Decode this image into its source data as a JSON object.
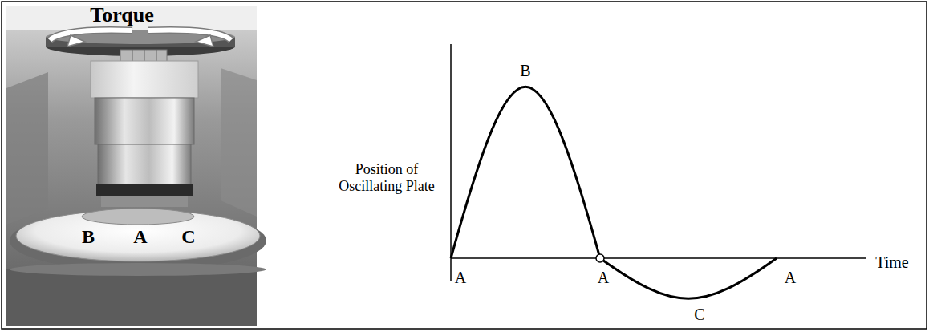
{
  "diagram": {
    "labels": [
      "Torque",
      "B",
      "A",
      "C",
      "B",
      "Position of Oscillating Plate",
      "A",
      "A",
      "A",
      "Time",
      "C"
    ]
  }
}
